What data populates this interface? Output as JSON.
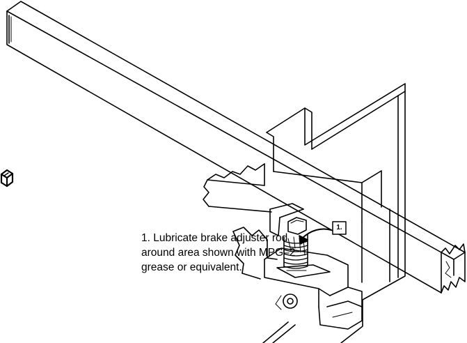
{
  "caption": {
    "lines": [
      "1. Lubricate brake adjuster rod",
      "around area shown with MPG–2",
      "grease or equivalent."
    ]
  },
  "callout": {
    "label": "1."
  },
  "icons": {
    "lubricant_symbol": "grease-cube-icon"
  },
  "colors": {
    "ink": "#000000",
    "background": "#ffffff"
  }
}
